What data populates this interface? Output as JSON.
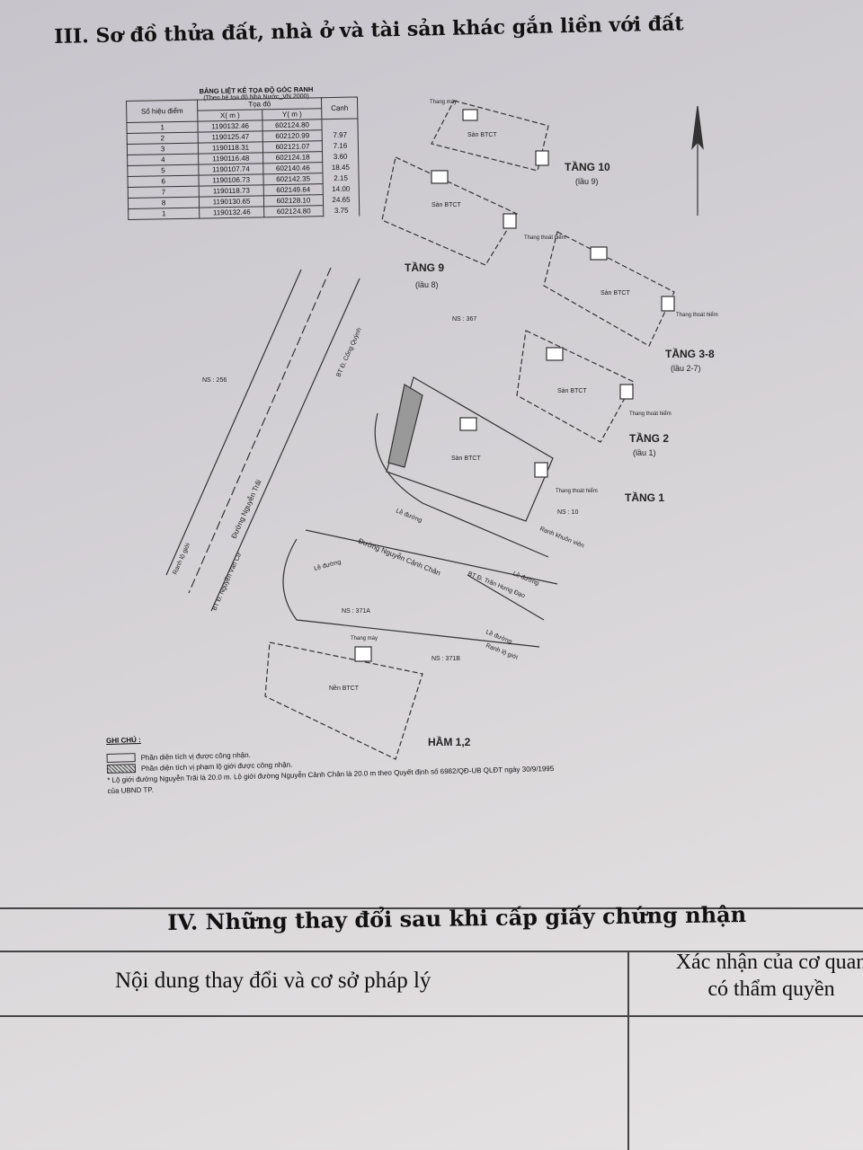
{
  "section3_title": "III. Sơ đồ thửa đất, nhà ở và tài sản khác gắn liền với đất",
  "coord_table": {
    "title": "BẢNG LIỆT KÊ TỌA ĐỘ GÓC RANH",
    "subtitle": "(Theo hệ tọa độ Nhà Nước_VN 2000)",
    "col_point": "Số hiệu điểm",
    "col_coord": "Tọa độ",
    "col_x": "X( m )",
    "col_y": "Y( m )",
    "col_edge": "Cạnh",
    "rows": [
      {
        "pt": "1",
        "x": "1190132.46",
        "y": "602124.80"
      },
      {
        "pt": "2",
        "x": "1190125.47",
        "y": "602120.99"
      },
      {
        "pt": "3",
        "x": "1190118.31",
        "y": "602121.07"
      },
      {
        "pt": "4",
        "x": "1190116.48",
        "y": "602124.18"
      },
      {
        "pt": "5",
        "x": "1190107.74",
        "y": "602140.46"
      },
      {
        "pt": "6",
        "x": "1190106.73",
        "y": "602142.35"
      },
      {
        "pt": "7",
        "x": "1190118.73",
        "y": "602149.64"
      },
      {
        "pt": "8",
        "x": "1190130.65",
        "y": "602128.10"
      },
      {
        "pt": "1",
        "x": "1190132.46",
        "y": "602124.80"
      }
    ],
    "edges": [
      "7.97",
      "7.16",
      "3.60",
      "18.45",
      "2.15",
      "14.00",
      "24.65",
      "3.75"
    ]
  },
  "diagram_labels": {
    "tang10": "TẦNG 10",
    "tang10_sub": "(lầu 9)",
    "tang9": "TẦNG 9",
    "tang9_sub": "(lầu 8)",
    "tang38": "TẦNG 3-8",
    "tang38_sub": "(lầu 2-7)",
    "tang2": "TẦNG 2",
    "tang2_sub": "(lầu 1)",
    "tang1": "TẦNG 1",
    "ham": "HẦM 1,2",
    "san_btct": "Sàn BTCT",
    "nen_btct": "Nền BTCT",
    "thang_may": "Thang máy",
    "thang_thoat_hiem": "Thang thoát hiểm",
    "le_duong": "Lề đường",
    "duong_nguyen_trai": "Đường Nguyễn Trãi",
    "duong_nguyen_canh_chan": "Đường Nguyễn Cảnh Chân",
    "ranh_lo_gioi": "Ranh lộ giới",
    "ranh_khuon_vien": "Ranh khuôn viên",
    "bt_cong_quynh": "BT Đ. Cống Quỳnh",
    "bt_nguyen_van_cu": "BT Đ. Nguyễn Văn Cừ",
    "bt_tran_hung_dao": "BT Đ. Trần Hưng Đạo",
    "ns_256": "NS : 256",
    "ns_367": "NS : 367",
    "ns_10": "NS : 10",
    "ns_371a": "NS : 371A",
    "ns_371b": "NS : 371B"
  },
  "legend": {
    "heading": "GHI CHÚ :",
    "item1": "Phần diện tích vị được công nhận.",
    "item2": "Phần diện tích vị phạm lộ giới được công nhận.",
    "note": "* Lộ giới đường Nguyễn Trãi là 20.0 m. Lộ giới đường Nguyễn Cảnh Chân là 20.0 m theo Quyết định số 6982/QĐ-UB QLĐT ngày 30/9/1995 của UBND TP."
  },
  "section4_title": "IV. Những thay đổi sau khi cấp giấy chứng nhận",
  "section4_table": {
    "col1": "Nội dung thay đổi và cơ sở pháp lý",
    "col2_line1": "Xác nhận của cơ quan",
    "col2_line2": "có thẩm quyền"
  }
}
